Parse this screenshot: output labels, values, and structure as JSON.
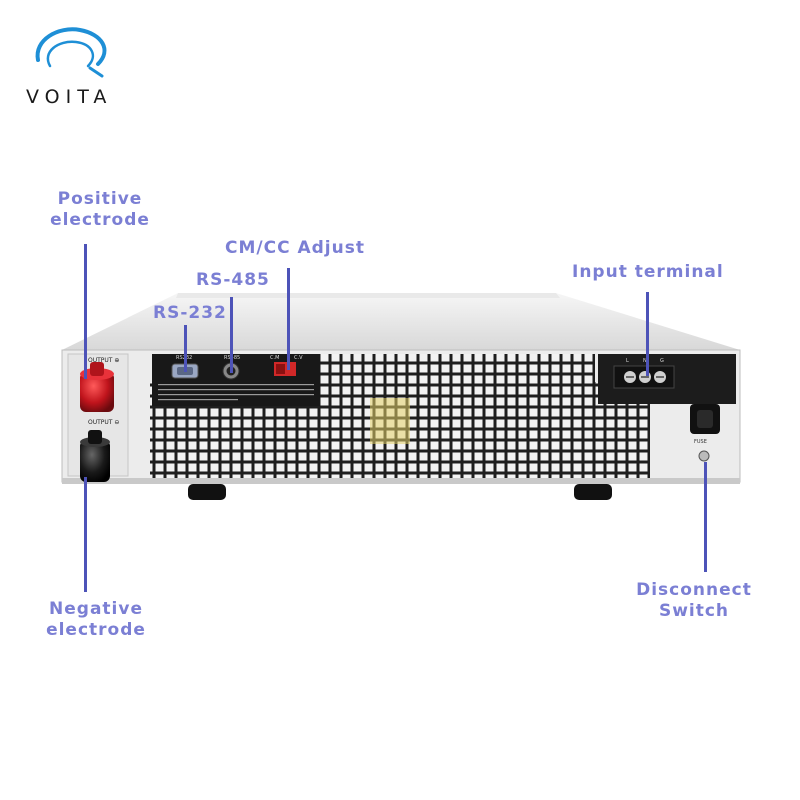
{
  "brand": {
    "name": "VOITA",
    "accent": "#1e8fd6"
  },
  "callouts": {
    "positive": "Positive\nelectrode",
    "negative": "Negative\nelectrode",
    "rs232": "RS-232",
    "rs485": "RS-485",
    "cmcc": "CM/CC Adjust",
    "input": "Input terminal",
    "disconnect": "Disconnect\nSwitch"
  },
  "panel_labels": {
    "output_pos": "OUTPUT ⊕",
    "output_neg": "OUTPUT ⊖",
    "rs232_port": "RS232",
    "rs485_port": "RS485",
    "cm": "C.M",
    "cv": "C.V",
    "terminal_l": "L",
    "terminal_n": "N",
    "terminal_g": "G",
    "fuse": "FUSE"
  },
  "colors": {
    "callout_text": "#7b7fd4",
    "lead_line": "#4d53b8",
    "positive_terminal": "#c0141c"
  }
}
